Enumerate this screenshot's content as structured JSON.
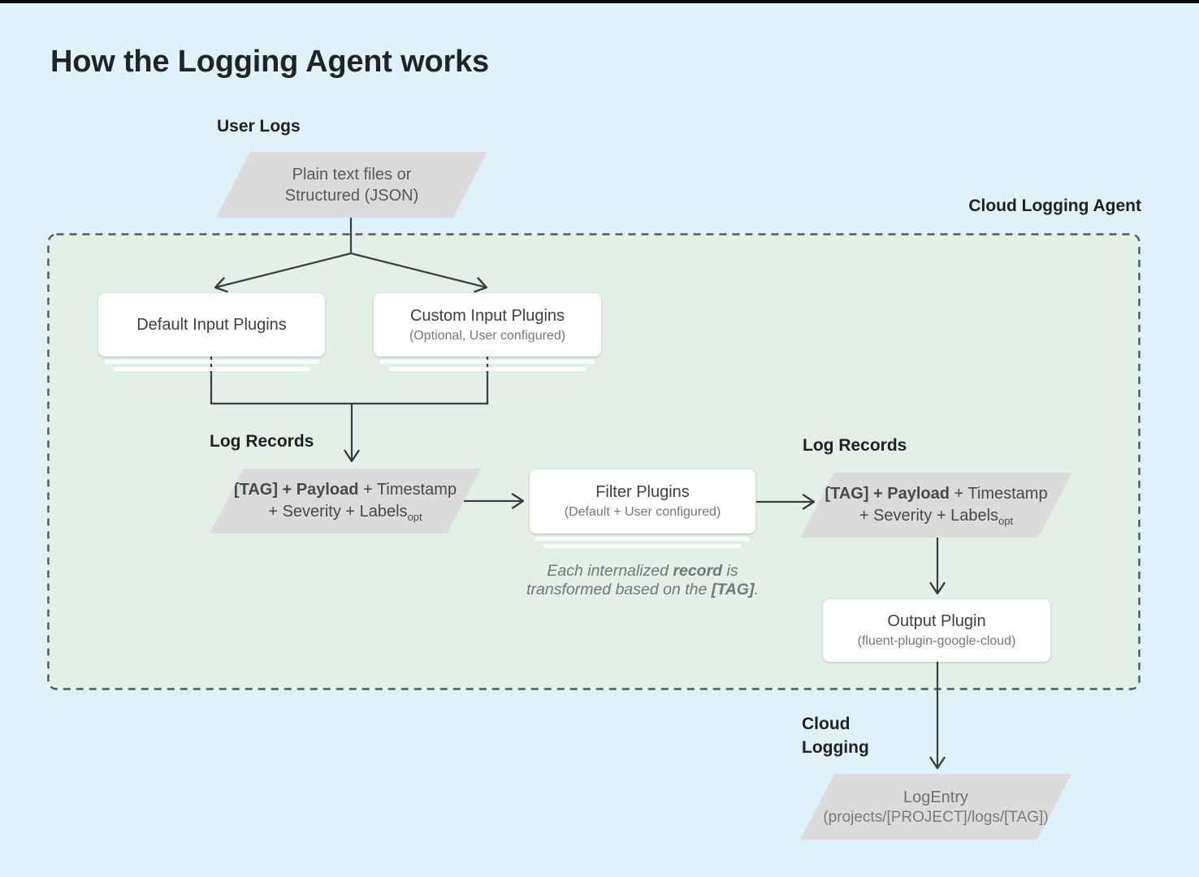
{
  "colors": {
    "page_bg": "#DFF2F9",
    "agent_region_bg": "#E3F0E8",
    "node_fill": "#DBDBDB",
    "box_fill": "#FFFFFF",
    "connector_line": "#383E42",
    "dashed_border": "#53575B",
    "top_bar": "#0B0B0B"
  },
  "title": "How the Logging Agent works",
  "labels": {
    "user_logs": "User Logs",
    "cloud_logging_agent": "Cloud Logging Agent",
    "log_records_left": "Log Records",
    "log_records_right": "Log Records",
    "cloud_logging_line1": "Cloud",
    "cloud_logging_line2": "Logging"
  },
  "nodes": {
    "user_input": {
      "line1": "Plain text files or",
      "line2": "Structured (JSON)"
    },
    "default_input": {
      "title": "Default Input Plugins"
    },
    "custom_input": {
      "title": "Custom Input Plugins",
      "subtitle": "(Optional, User configured)"
    },
    "log_record_left": {
      "line1_bold": "[TAG] + Payload",
      "line1_rest": " + Timestamp",
      "line2_text": "+ Severity + Labels",
      "line2_sub": "opt"
    },
    "filter": {
      "title": "Filter Plugins",
      "subtitle": "(Default + User configured)"
    },
    "log_record_right": {
      "line1_bold": "[TAG] + Payload",
      "line1_rest": " + Timestamp",
      "line2_text": "+ Severity + Labels",
      "line2_sub": "opt"
    },
    "output": {
      "title": "Output Plugin",
      "subtitle": "(fluent-plugin-google-cloud)"
    },
    "log_entry": {
      "title": "LogEntry",
      "subtitle": "(projects/[PROJECT]/logs/[TAG])"
    }
  },
  "note": {
    "line1_pre": "Each internalized ",
    "line1_bold": "record",
    "line1_post": " is",
    "line2_pre": "transformed based on the ",
    "line2_bold": "[TAG]",
    "line2_post": "."
  }
}
